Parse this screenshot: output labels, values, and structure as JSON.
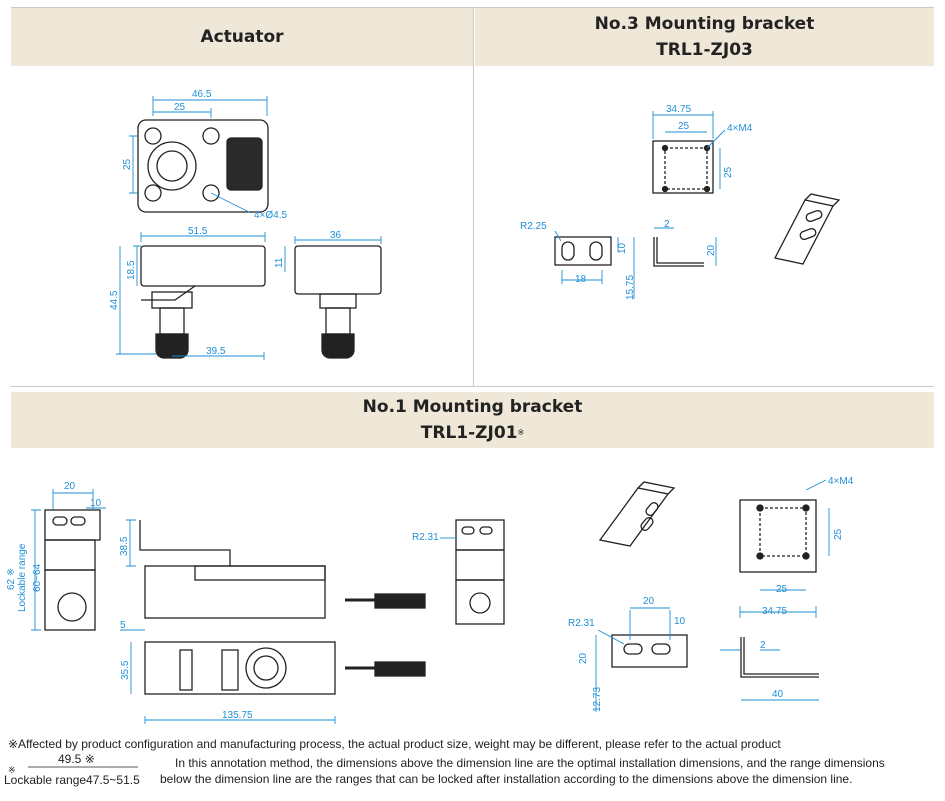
{
  "sections": {
    "actuator": {
      "title": "Actuator"
    },
    "bracket3": {
      "title": "No.3 Mounting bracket",
      "model": "TRL1-ZJ03"
    },
    "bracket1": {
      "title": "No.1 Mounting bracket",
      "model": "TRL1-ZJ01",
      "mark": "※"
    }
  },
  "actuator_dims": {
    "w_outer": "46.5",
    "w_hole": "25",
    "h_hole": "25",
    "holes": "4×Ø4.5",
    "side_w": "51.5",
    "front_w": "36",
    "h_top": "18.5",
    "h_11": "11",
    "h_total": "44.5",
    "w_bottom": "39.5"
  },
  "bracket3_dims": {
    "w_outer": "34.75",
    "w_hole": "25",
    "thread": "4×M4",
    "h_hole": "25",
    "radius": "R2.25",
    "t": "2",
    "h10": "10",
    "h20": "20",
    "w18": "18",
    "h1575": "15.75"
  },
  "bracket1_dims": {
    "w20": "20",
    "w10": "10",
    "h62": "62 ※",
    "lock_label": "Lockable range",
    "lock_range": "60~64",
    "h385": "38.5",
    "r231": "R2.31",
    "w5": "5",
    "h355": "35.5",
    "w13575": "135.75",
    "thread": "4×M4",
    "h25": "25",
    "w25": "25",
    "w3475": "34.75",
    "r231b": "R2.31",
    "w20b": "20",
    "w10b": "10",
    "h20b": "20",
    "h1273": "12.73",
    "t2": "2",
    "w40": "40"
  },
  "notes": {
    "line1": "※Affected by product configuration and manufacturing process, the actual product size, weight may be different, please refer to the actual product",
    "legend_value": "49.5  ※",
    "legend_mark": "※",
    "legend_range": "Lockable range47.5~51.5",
    "line2": "In this annotation method, the dimensions above the dimension line are the optimal installation dimensions, and the range dimensions",
    "line3": "below the dimension line are the ranges that can be locked after installation according to the dimensions above the dimension line."
  }
}
